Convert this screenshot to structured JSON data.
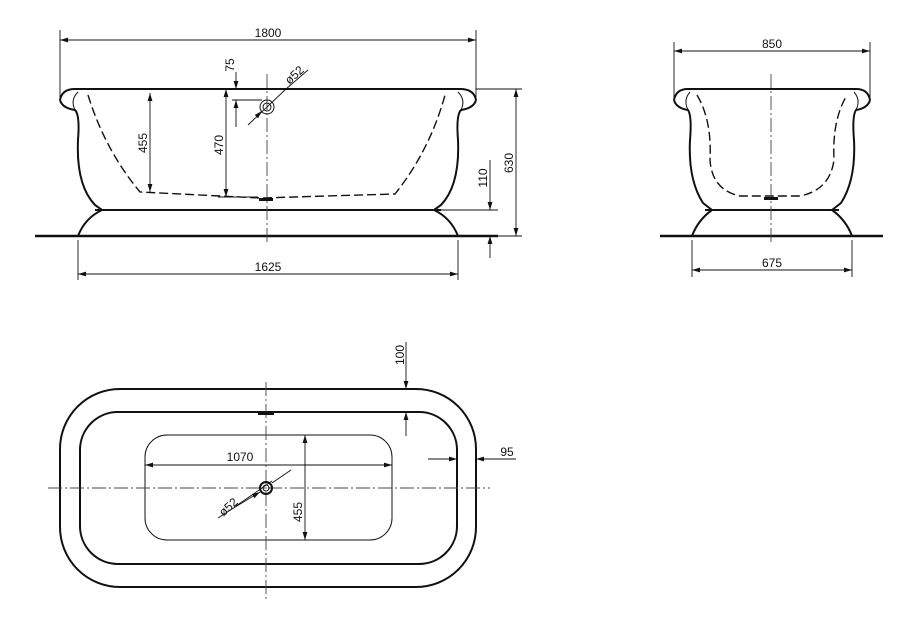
{
  "side_view": {
    "length": "1800",
    "overflow_offset": "75",
    "overflow_diameter": "ø52",
    "inner_depth": "455",
    "overflow_height": "470",
    "total_height": "630",
    "plinth_height": "110",
    "base_length": "1625"
  },
  "end_view": {
    "width": "850",
    "base_width": "675"
  },
  "top_view": {
    "rim_width": "100",
    "rim_offset": "95",
    "basin_length": "1070",
    "drain_diameter": "ø52",
    "basin_width": "455"
  }
}
